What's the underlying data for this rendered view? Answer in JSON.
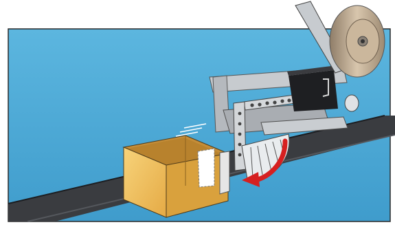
{
  "illustration": {
    "kind": "labeling machine applying a label to a cardboard box on a conveyor belt",
    "colors": {
      "background": "#53aed9",
      "belt": "#3a3c40",
      "box_face": "#f0bf58",
      "box_side": "#d9a13d",
      "box_inner": "#b8822d",
      "machine_body": "#c7cbcf",
      "machine_shadow": "#8d9196",
      "roll": "#b9a48c",
      "drive_block": "#1e1f22",
      "arrow": "#d62020",
      "label": "#ffffff"
    },
    "icons": [
      "label-roll",
      "conveyor-belt",
      "cardboard-box",
      "applicator-arm",
      "rotation-arrow",
      "motion-lines"
    ]
  }
}
